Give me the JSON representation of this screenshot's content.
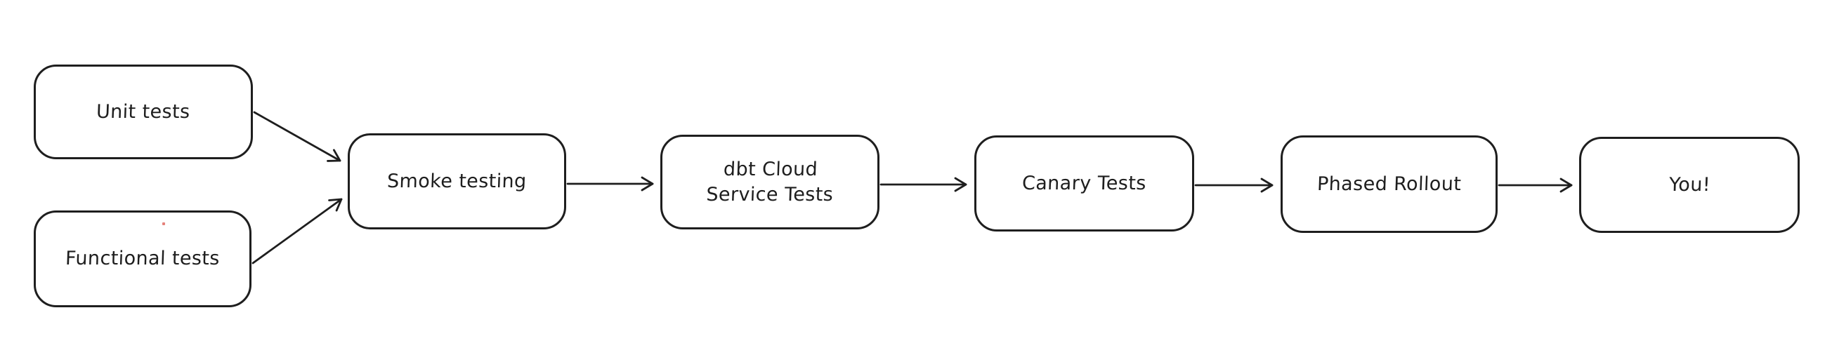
{
  "canvas": {
    "background_color": "#ffffff",
    "stroke_color": "#1e1e1e",
    "text_color": "#1e1e1e",
    "style": "hand-drawn-flowchart"
  },
  "diagram": {
    "type": "flowchart",
    "direction": "left-to-right",
    "nodes": [
      {
        "id": "unit-tests",
        "label": "Unit tests"
      },
      {
        "id": "functional-tests",
        "label": "Functional tests"
      },
      {
        "id": "smoke-testing",
        "label": "Smoke testing"
      },
      {
        "id": "dbt-cloud-service-tests",
        "label": "dbt Cloud\nService Tests"
      },
      {
        "id": "canary-tests",
        "label": "Canary Tests"
      },
      {
        "id": "phased-rollout",
        "label": "Phased Rollout"
      },
      {
        "id": "you",
        "label": "You!"
      }
    ],
    "edges": [
      {
        "from": "unit-tests",
        "to": "smoke-testing"
      },
      {
        "from": "functional-tests",
        "to": "smoke-testing"
      },
      {
        "from": "smoke-testing",
        "to": "dbt-cloud-service-tests"
      },
      {
        "from": "dbt-cloud-service-tests",
        "to": "canary-tests"
      },
      {
        "from": "canary-tests",
        "to": "phased-rollout"
      },
      {
        "from": "phased-rollout",
        "to": "you"
      }
    ]
  }
}
